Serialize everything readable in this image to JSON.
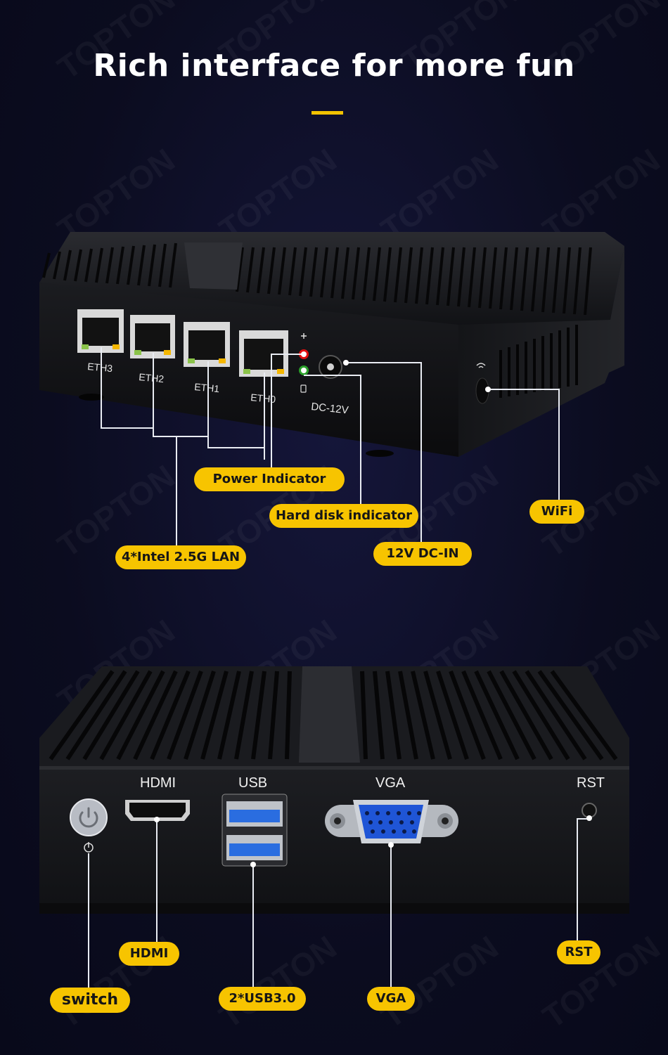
{
  "header": {
    "title": "Rich interface for more fun"
  },
  "watermark": "TOPTON",
  "top_device": {
    "ports": [
      "ETH3",
      "ETH2",
      "ETH1",
      "ETH0"
    ],
    "dc_label": "DC-12V",
    "callouts": {
      "power_indicator": "Power Indicator",
      "hard_disk_indicator": "Hard disk indicator",
      "lan": "4*Intel 2.5G LAN",
      "dc_in": "12V DC-IN",
      "wifi": "WiFi"
    }
  },
  "bottom_device": {
    "port_labels": {
      "hdmi": "HDMI",
      "usb": "USB",
      "vga": "VGA",
      "rst": "RST"
    },
    "callouts": {
      "switch": "switch",
      "hdmi": "HDMI",
      "usb": "2*USB3.0",
      "vga": "VGA",
      "rst": "RST"
    }
  },
  "colors": {
    "accent": "#f7c400",
    "background": "#0b0c1f",
    "vga_blue": "#1f55d6",
    "usb_blue": "#2a6de0"
  }
}
